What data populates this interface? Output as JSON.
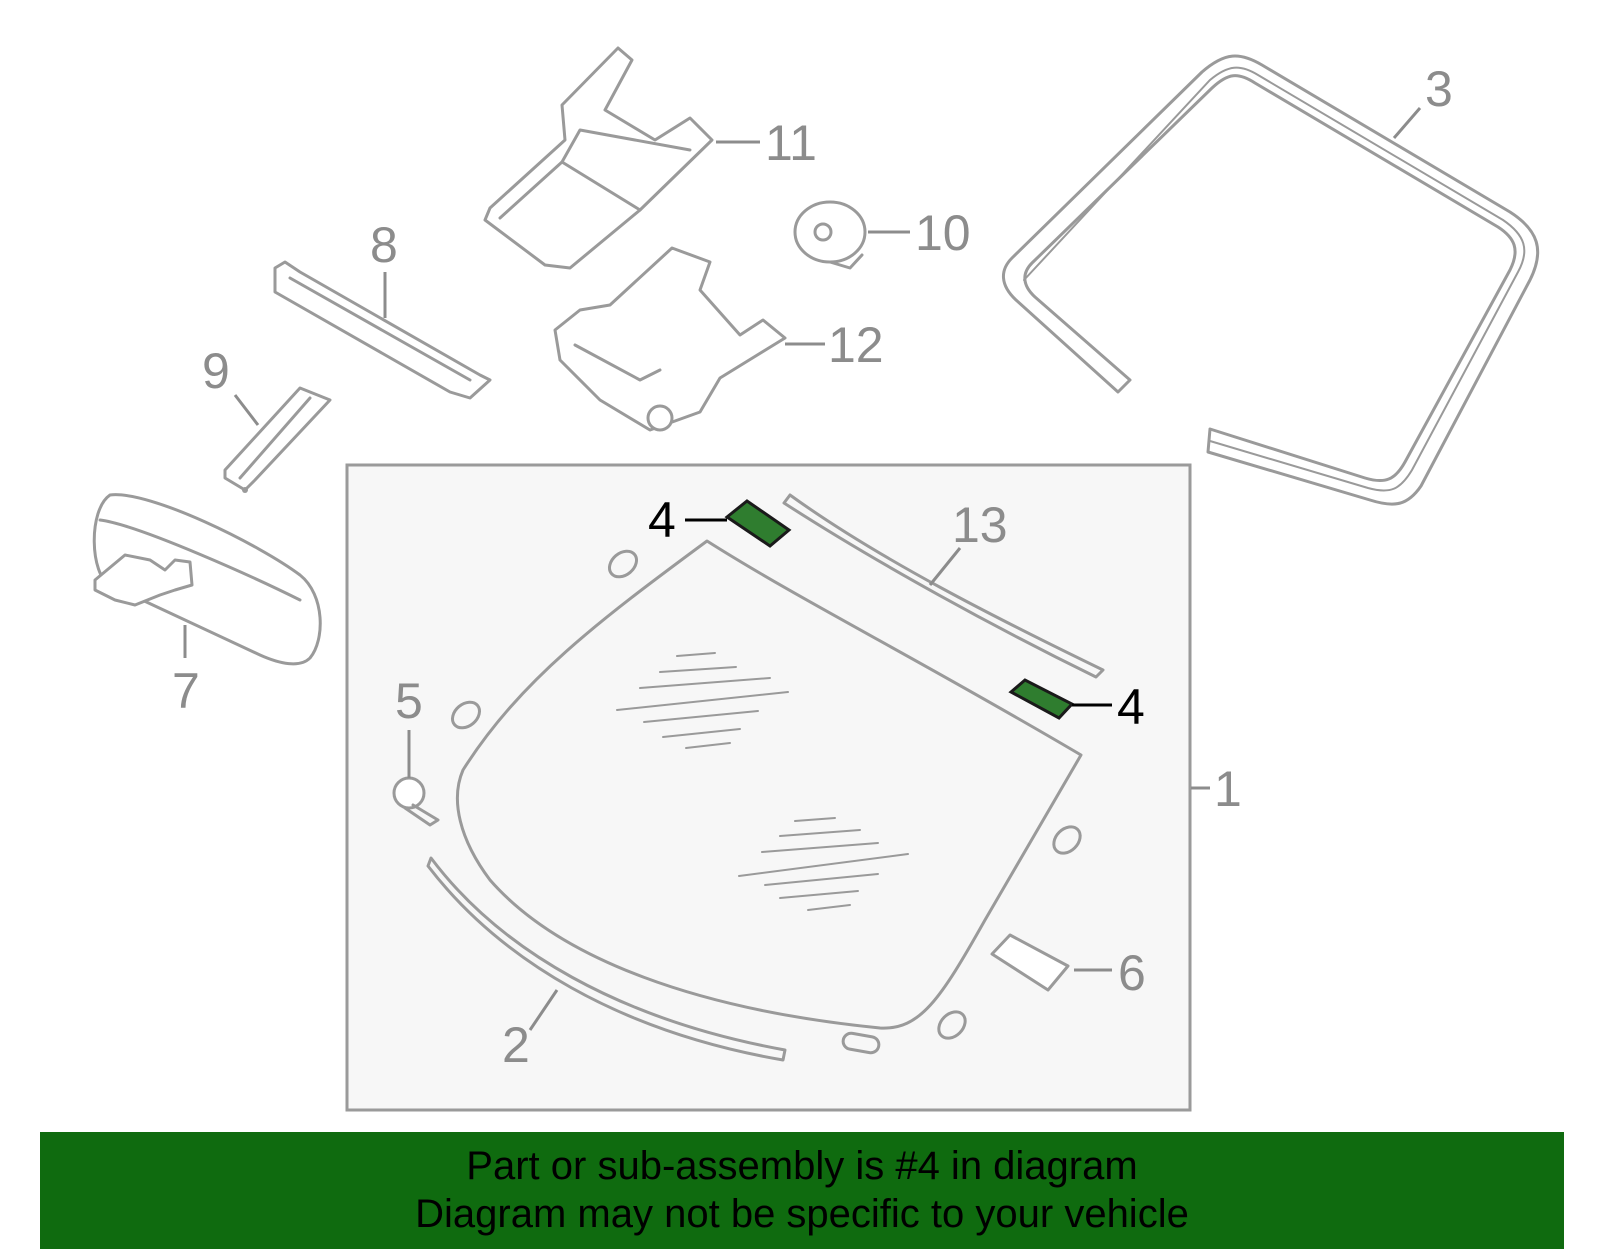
{
  "callouts": {
    "c1": "1",
    "c2": "2",
    "c3": "3",
    "c4a": "4",
    "c4b": "4",
    "c5": "5",
    "c6": "6",
    "c7": "7",
    "c8": "8",
    "c9": "9",
    "c10": "10",
    "c11": "11",
    "c12": "12",
    "c13": "13"
  },
  "highlight": {
    "part": "4",
    "color": "#2f7d2f"
  },
  "colors": {
    "banner": "#0f6b0f",
    "line": "#9a9a9a",
    "box_fill": "#f7f7f7"
  },
  "banner": {
    "line1": "Part or sub-assembly is #4 in diagram",
    "line2": "Diagram may not be specific to your vehicle"
  }
}
